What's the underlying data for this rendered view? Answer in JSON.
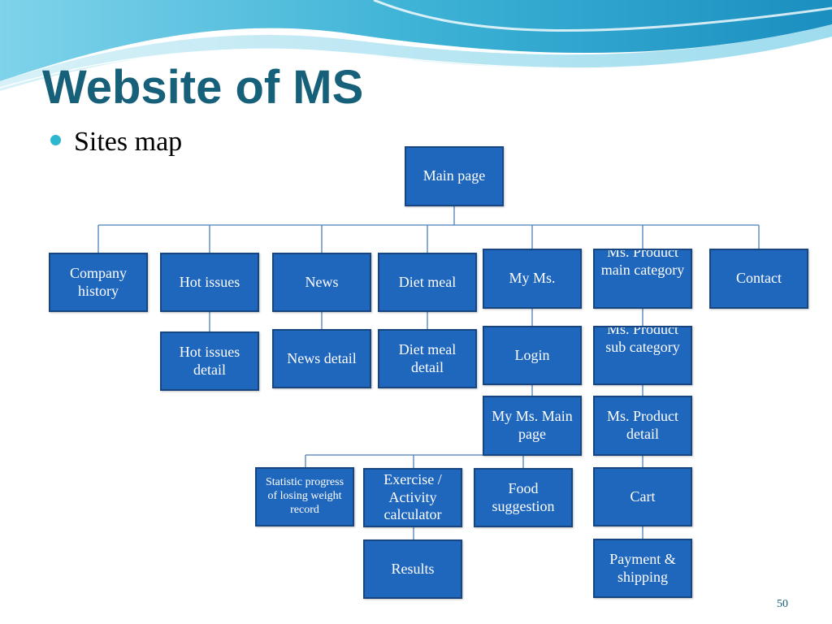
{
  "slide": {
    "title": "Website of MS",
    "bullet": "Sites map",
    "page_number": "50"
  },
  "colors": {
    "title": "#17607a",
    "box_fill": "#1f66bd",
    "box_border": "#17457f",
    "connector": "#4a7fb6",
    "bullet": "#2cb7cf"
  },
  "sitemap": {
    "main_page": "Main page",
    "company_history": "Company history",
    "hot_issues": "Hot issues",
    "news": "News",
    "diet_meal": "Diet meal",
    "my_ms": "My Ms.",
    "ms_product_main_category": "Ms. Product main category",
    "contact": "Contact",
    "hot_issues_detail": "Hot issues detail",
    "news_detail": "News detail",
    "diet_meal_detail": "Diet meal detail",
    "login": "Login",
    "ms_product_sub_category": "Ms. Product sub category",
    "my_ms_main_page": "My Ms. Main page",
    "ms_product_detail": "Ms. Product detail",
    "statistic": "Statistic progress of losing weight record",
    "exercise_calculator": "Exercise / Activity calculator",
    "food_suggestion": "Food suggestion",
    "cart": "Cart",
    "results": "Results",
    "payment_shipping": "Payment & shipping"
  }
}
